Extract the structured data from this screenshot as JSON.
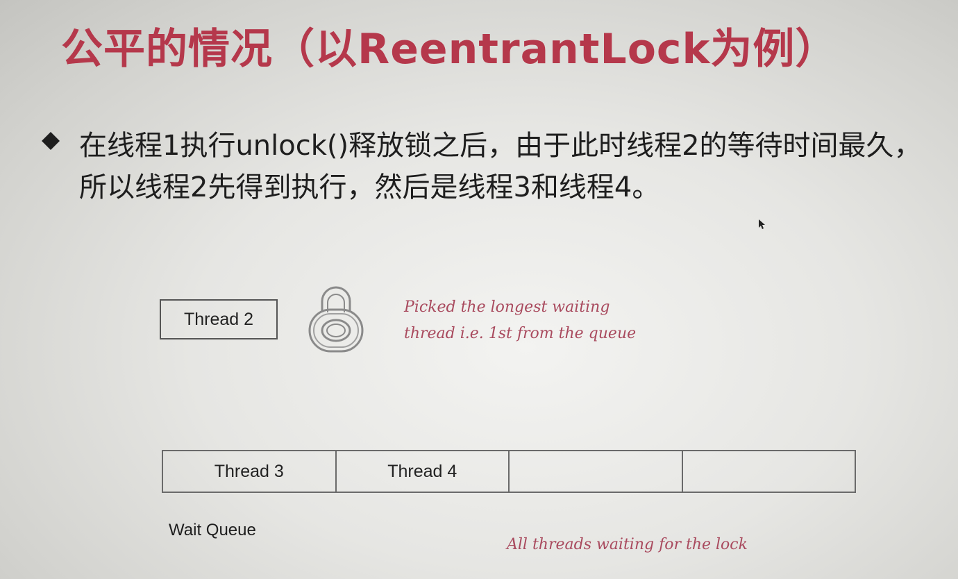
{
  "slide": {
    "title": "公平的情况（以ReentrantLock为例）",
    "bullet": "在线程1执行unlock()释放锁之后，由于此时线程2的等待时间最久，所以线程2先得到执行，然后是线程3和线程4。",
    "bullet_icon": "diamond-bullet-icon"
  },
  "diagram": {
    "current_thread": "Thread 2",
    "lock_icon": "padlock-icon",
    "picked_note_line1": "Picked the longest waiting",
    "picked_note_line2": "thread i.e. 1st from the queue",
    "queue": [
      "Thread 3",
      "Thread 4",
      "",
      ""
    ],
    "queue_label": "Wait Queue",
    "queue_note": "All threads waiting for the lock"
  },
  "colors": {
    "title": "#b5384b",
    "annotation": "#a94a5e",
    "text": "#1e1e1e"
  }
}
